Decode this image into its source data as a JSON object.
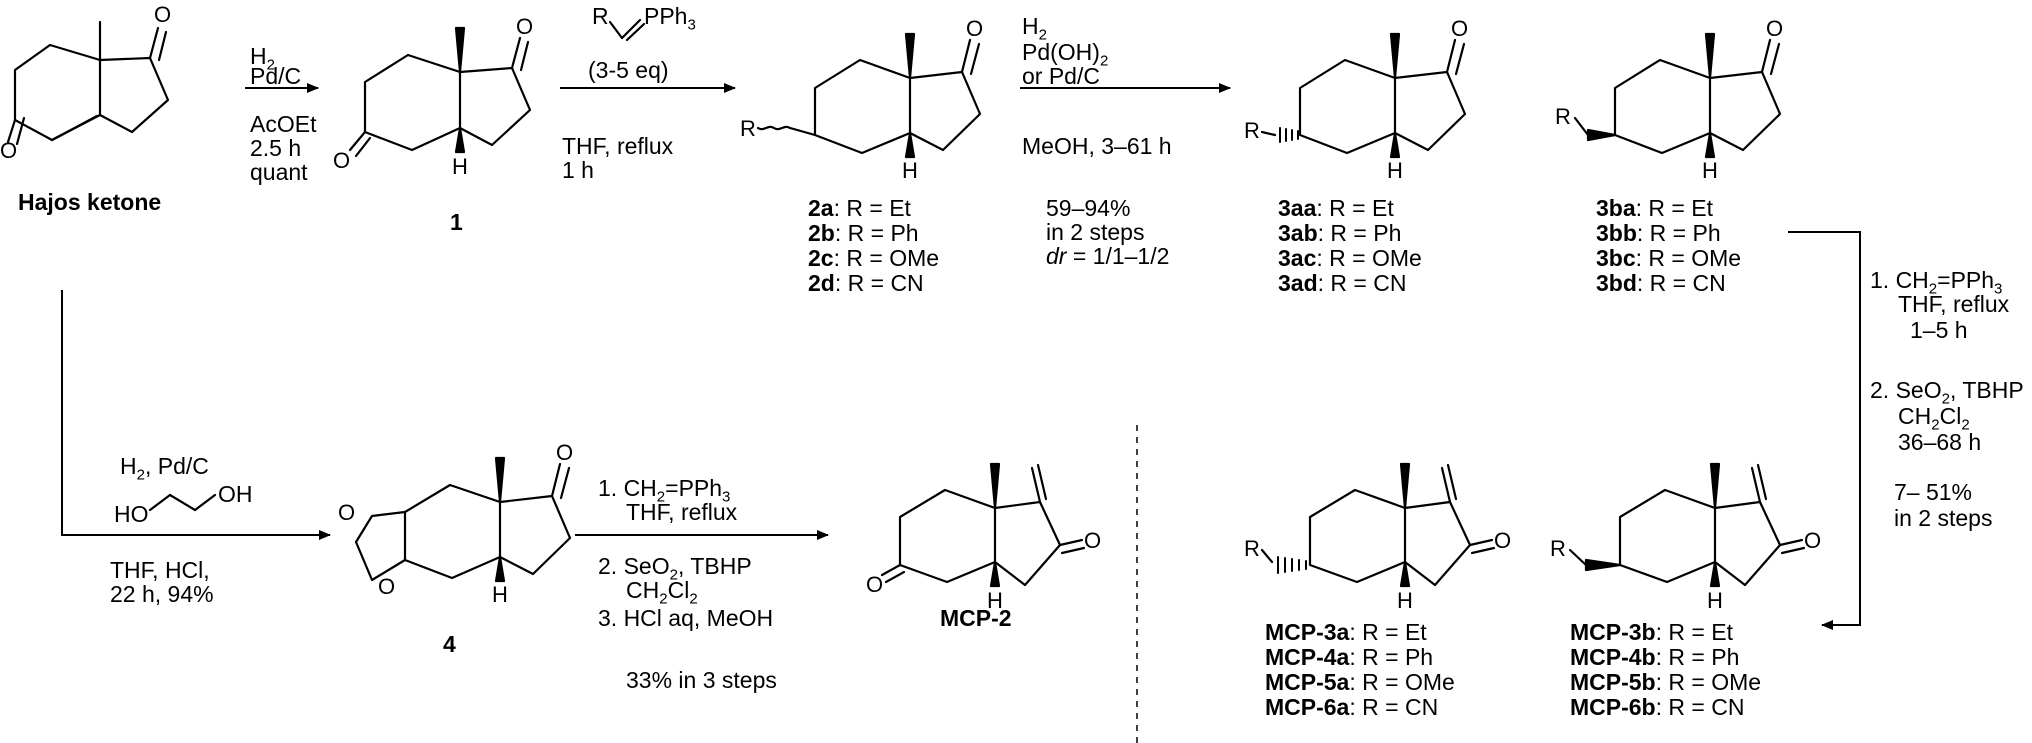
{
  "molecules": {
    "hajos": {
      "name": "Hajos ketone"
    },
    "c1": {
      "name": "1"
    },
    "c2": {
      "variants": [
        {
          "id": "2a",
          "r": "R = Et"
        },
        {
          "id": "2b",
          "r": "R = Ph"
        },
        {
          "id": "2c",
          "r": "R = OMe"
        },
        {
          "id": "2d",
          "r": "R = CN"
        }
      ]
    },
    "c3a": {
      "variants": [
        {
          "id": "3aa",
          "r": "R = Et"
        },
        {
          "id": "3ab",
          "r": "R = Ph"
        },
        {
          "id": "3ac",
          "r": "R = OMe"
        },
        {
          "id": "3ad",
          "r": "R = CN"
        }
      ]
    },
    "c3b": {
      "variants": [
        {
          "id": "3ba",
          "r": "R = Et"
        },
        {
          "id": "3bb",
          "r": "R = Ph"
        },
        {
          "id": "3bc",
          "r": "R = OMe"
        },
        {
          "id": "3bd",
          "r": "R = CN"
        }
      ]
    },
    "c4": {
      "name": "4"
    },
    "mcp2": {
      "name": "MCP-2"
    },
    "mcpA": {
      "variants": [
        {
          "id": "MCP-3a",
          "r": "R = Et"
        },
        {
          "id": "MCP-4a",
          "r": "R = Ph"
        },
        {
          "id": "MCP-5a",
          "r": "R = OMe"
        },
        {
          "id": "MCP-6a",
          "r": "R = CN"
        }
      ]
    },
    "mcpB": {
      "variants": [
        {
          "id": "MCP-3b",
          "r": "R = Et"
        },
        {
          "id": "MCP-4b",
          "r": "R = Ph"
        },
        {
          "id": "MCP-5b",
          "r": "R = OMe"
        },
        {
          "id": "MCP-6b",
          "r": "R = CN"
        }
      ]
    }
  },
  "atoms": {
    "O": "O",
    "H": "H",
    "R": "R",
    "OH": "OH",
    "HO": "HO",
    "ylide_r": "R",
    "ylide_reagent": "PPh",
    "ylide_sub": "3"
  },
  "steps": {
    "s1": {
      "above1": "H",
      "above1_sub": "2",
      "above2": "Pd/C",
      "below1": "AcOEt",
      "below2": "2.5 h",
      "below3": "quant"
    },
    "s2": {
      "above": "(3-5 eq)",
      "below1": "THF, reflux",
      "below2": "1 h"
    },
    "s3": {
      "above1": "H",
      "above1_sub": "2",
      "above2a": "Pd(OH)",
      "above2_sub": "2",
      "above3": "or Pd/C",
      "below1": "MeOH, 3–61 h",
      "yield1": "59–94%",
      "yield2": "in 2 steps",
      "dr_label": "dr",
      "dr_value": " = 1/1–1/2"
    },
    "s4": {
      "above1": "H",
      "above1_sub": "2",
      "above1_tail": ", Pd/C",
      "below1": "THF, HCl,",
      "below2": "22 h, 94%"
    },
    "s5": {
      "l1a": "1. CH",
      "l1_sub": "2",
      "l1b": "=PPh",
      "l1_sub2": "3",
      "l2": "THF, reflux",
      "l3": "2. SeO",
      "l3_sub": "2",
      "l3b": ", TBHP",
      "l4a": "CH",
      "l4_sub": "2",
      "l4b": "Cl",
      "l4_sub2": "2",
      "l5": "3. HCl aq, MeOH",
      "l6": "33% in 3 steps"
    },
    "s6": {
      "l1a": "1. CH",
      "l1_sub": "2",
      "l1b": "=PPh",
      "l1_sub2": "3",
      "l2": "THF, reflux",
      "l3": "1–5 h",
      "l4": "2. SeO",
      "l4_sub": "2",
      "l4b": ", TBHP",
      "l5a": "CH",
      "l5_sub": "2",
      "l5b": "Cl",
      "l5_sub2": "2",
      "l6": "36–68 h",
      "l7": "7– 51%",
      "l8": "in 2 steps"
    }
  },
  "colors": {
    "ink": "#000000",
    "background": "#ffffff"
  }
}
